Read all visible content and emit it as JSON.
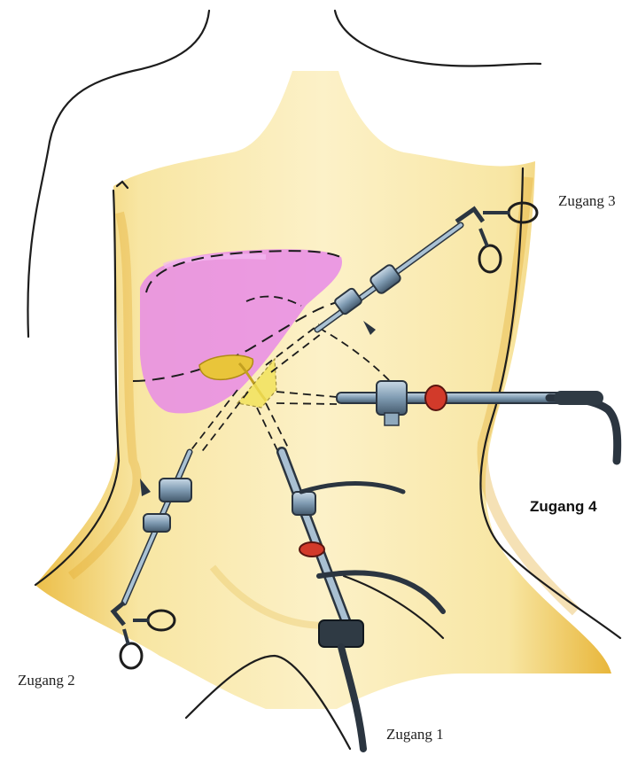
{
  "labels": {
    "zugang_3": "Zugang 3",
    "zugang_4": "Zugang 4",
    "zugang_2": "Zugang 2",
    "zugang_1": "Zugang 1"
  },
  "colors": {
    "skin": "#f6dc86",
    "skin_shadow": "#e9b73c",
    "liver": "#e07be0",
    "gallbladder": "#e7c43a",
    "instrument": "#8fa9bd",
    "instrument_dark": "#2b3540",
    "seal_red": "#d23a2a"
  }
}
